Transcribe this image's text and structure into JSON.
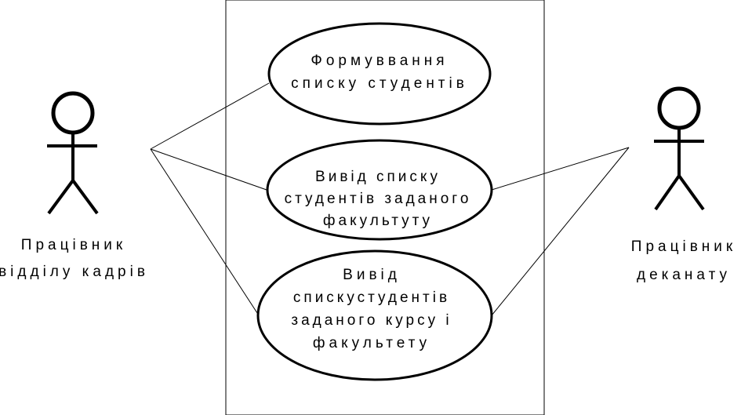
{
  "actors": [
    {
      "id": "hr",
      "label_lines": [
        "Працівник",
        "відділу кадрів"
      ]
    },
    {
      "id": "dean",
      "label_lines": [
        "Працівник",
        "деканату"
      ]
    }
  ],
  "use_cases": [
    {
      "id": "uc1",
      "label_lines": [
        "Формуввання",
        "списку студентів"
      ]
    },
    {
      "id": "uc2",
      "label_lines": [
        "Вивід списку",
        "студентів заданого",
        "факультуту"
      ]
    },
    {
      "id": "uc3",
      "label_lines": [
        "Вивід",
        "спискустудентів",
        "заданого курсу і",
        "факультету"
      ]
    }
  ],
  "associations": [
    {
      "from": "hr",
      "to": "uc1"
    },
    {
      "from": "hr",
      "to": "uc2"
    },
    {
      "from": "hr",
      "to": "uc3"
    },
    {
      "from": "dean",
      "to": "uc2"
    },
    {
      "from": "dean",
      "to": "uc3"
    }
  ]
}
